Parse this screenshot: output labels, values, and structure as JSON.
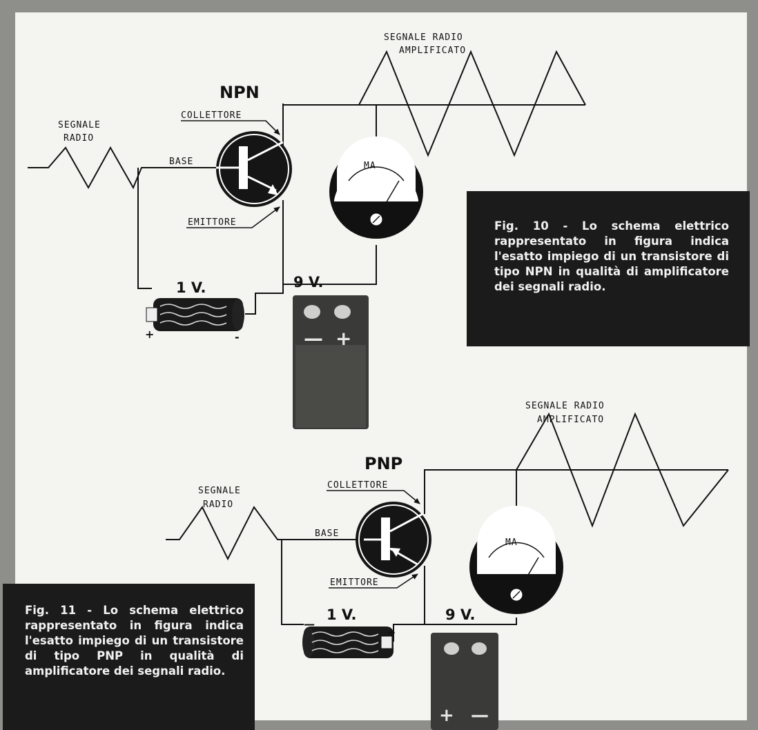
{
  "fig10": {
    "transistor_type": "NPN",
    "signal_in": [
      "SEGNALE",
      "RADIO"
    ],
    "signal_out": [
      "SEGNALE RADIO",
      "AMPLIFICATO"
    ],
    "collector": "COLLETTORE",
    "base": "BASE",
    "emitter": "EMITTORE",
    "meter": "MA",
    "battery_small": "1 V.",
    "battery_big": "9 V.",
    "batt_small_plus": "+",
    "batt_small_minus": "-",
    "batt_big_minus": "—",
    "batt_big_plus": "+",
    "caption": "Fig. 10 - Lo schema elettrico rappresentato in figura indica l'esatto impiego di un transistore di tipo NPN in qualità di amplificatore dei segnali radio."
  },
  "fig11": {
    "transistor_type": "PNP",
    "signal_in": [
      "SEGNALE",
      "RADIO"
    ],
    "signal_out": [
      "SEGNALE RADIO",
      "AMPLIFICATO"
    ],
    "collector": "COLLETTORE",
    "base": "BASE",
    "emitter": "EMITTORE",
    "meter": "MA",
    "battery_small": "1 V.",
    "battery_big": "9 V.",
    "batt_small_minus": "—",
    "batt_small_plus": "+",
    "batt_big_plus": "+",
    "batt_big_minus": "—",
    "caption": "Fig. 11 - Lo schema elettrico rappresentato in figura indica l'esatto impiego di un transistore di tipo PNP in qualità di amplificatore dei segnali radio."
  }
}
